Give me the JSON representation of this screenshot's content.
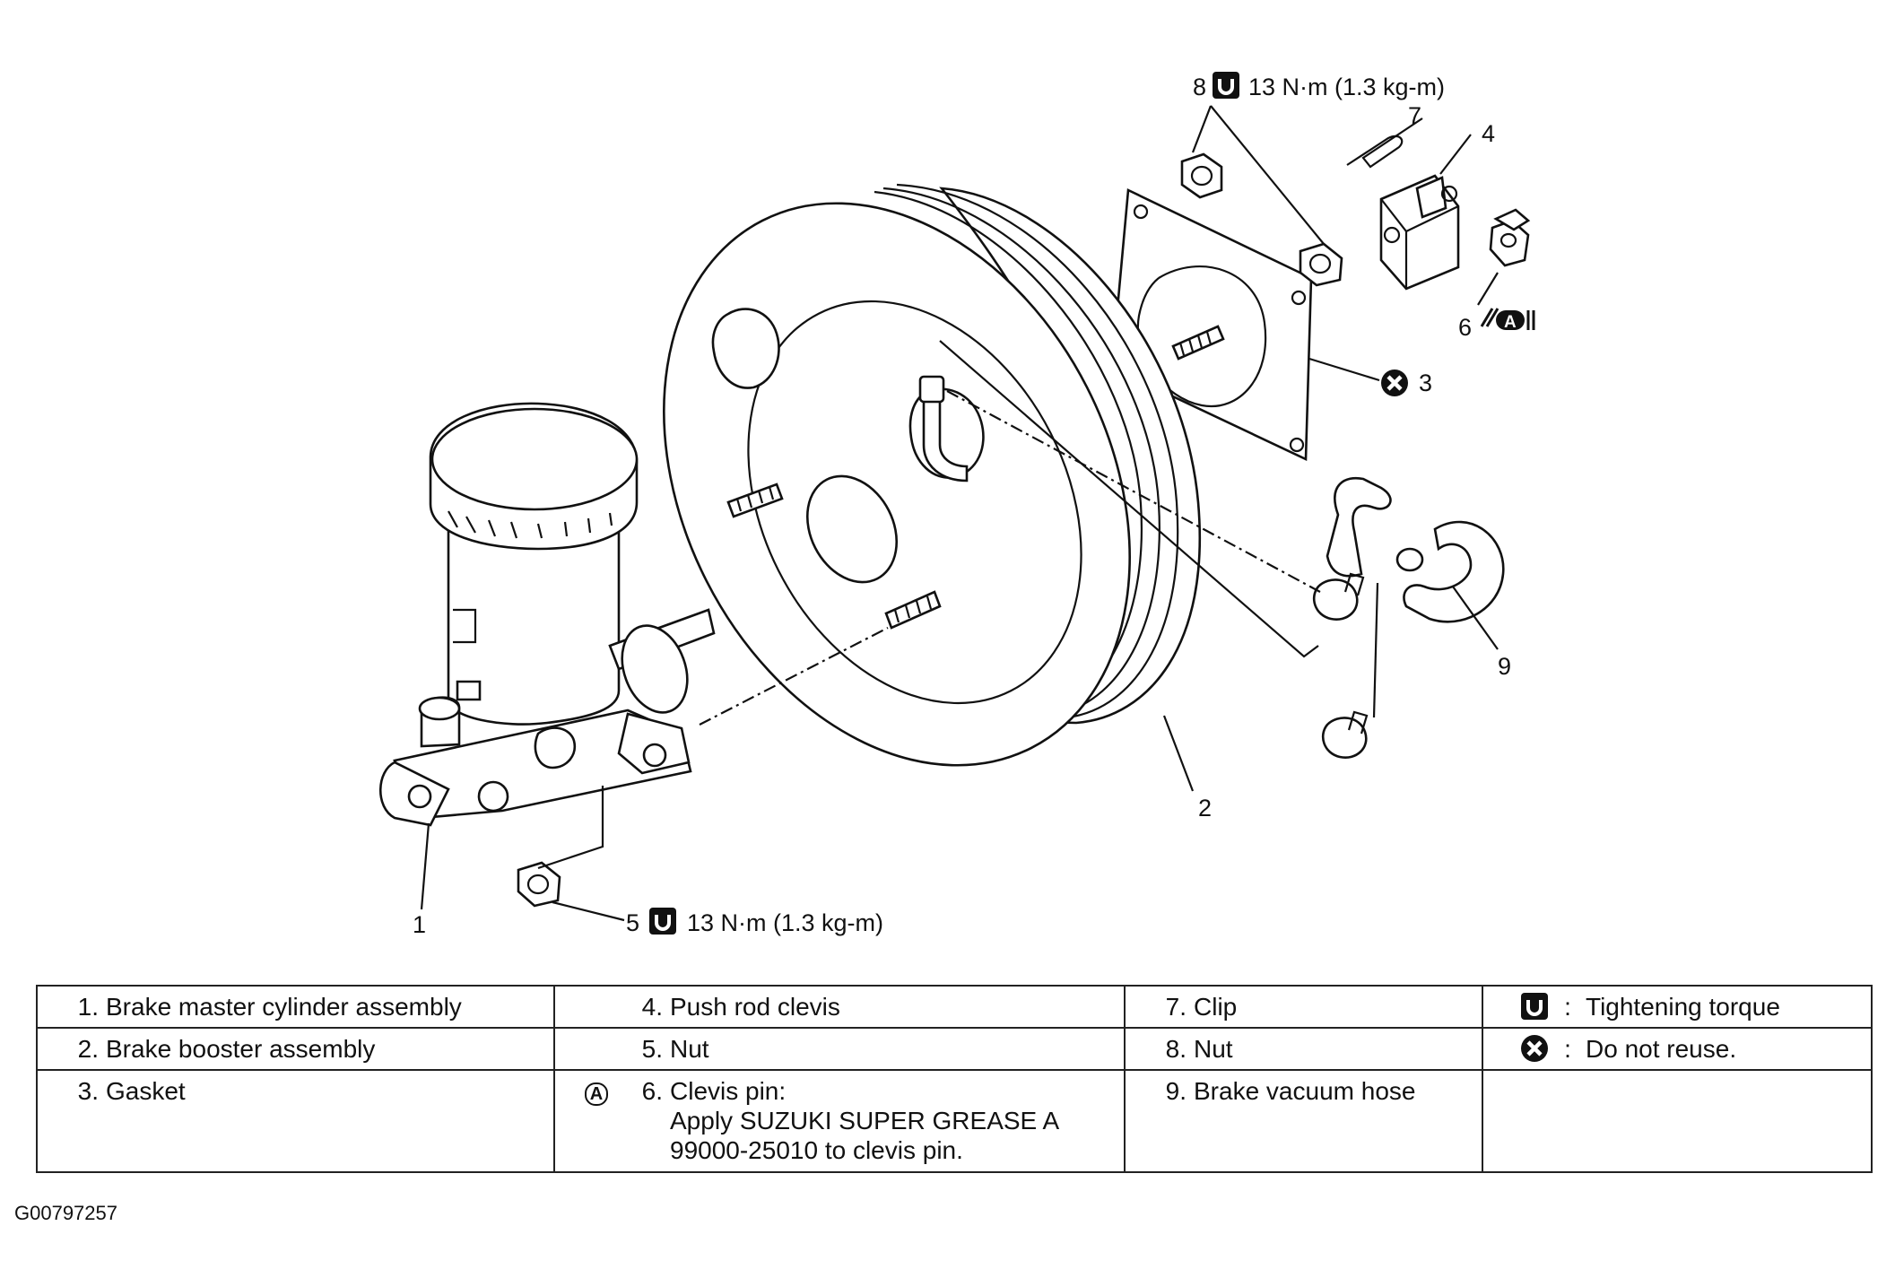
{
  "callouts": {
    "c1": "1",
    "c2": "2",
    "c3": "3",
    "c4": "4",
    "c5": "5",
    "c6": "6",
    "c7": "7",
    "c8": "8",
    "c9": "9"
  },
  "torque": {
    "nut8": "13 N·m (1.3 kg-m)",
    "nut5": "13 N·m (1.3 kg-m)"
  },
  "grease_mark": "A",
  "legend": {
    "items": [
      {
        "num": "1.",
        "label": "Brake master cylinder assembly"
      },
      {
        "num": "2.",
        "label": "Brake booster assembly"
      },
      {
        "num": "3.",
        "label": "Gasket"
      },
      {
        "num": "4.",
        "label": "Push rod clevis"
      },
      {
        "num": "5.",
        "label": "Nut"
      },
      {
        "num": "6.",
        "label": "Clevis pin:"
      },
      {
        "num": "7.",
        "label": "Clip"
      },
      {
        "num": "8.",
        "label": "Nut"
      },
      {
        "num": "9.",
        "label": "Brake vacuum hose"
      }
    ],
    "item6_note": "Apply SUZUKI SUPER GREASE A 99000-25010 to clevis pin.",
    "symbols": [
      {
        "icon": "tightening-torque-icon",
        "label": "Tightening torque"
      },
      {
        "icon": "do-not-reuse-icon",
        "label": "Do not reuse."
      }
    ]
  },
  "figure_code": "G00797257"
}
